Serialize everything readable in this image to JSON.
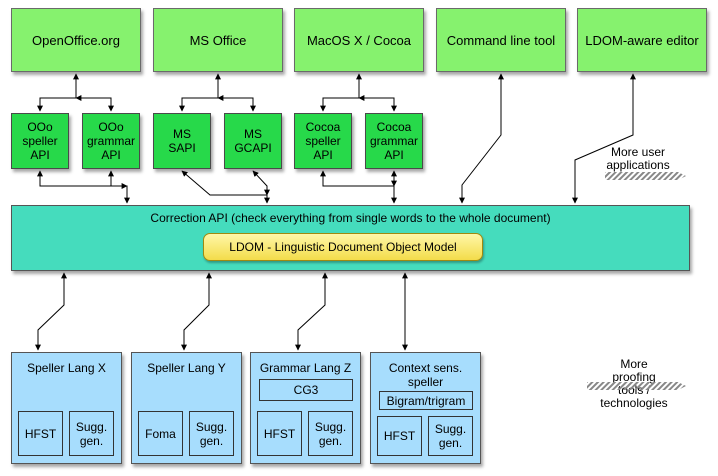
{
  "apps": [
    {
      "id": "ooo",
      "label": "OpenOffice.org"
    },
    {
      "id": "msoffice",
      "label": "MS Office"
    },
    {
      "id": "macos",
      "label": "MacOS X / Cocoa"
    },
    {
      "id": "cmdline",
      "label": "Command line tool"
    },
    {
      "id": "ldomeditor",
      "label": "LDOM-aware editor"
    }
  ],
  "apis": [
    {
      "label": "OOo\nspeller\nAPI"
    },
    {
      "label": "OOo\ngrammar\nAPI"
    },
    {
      "label": "MS\nSAPI"
    },
    {
      "label": "MS\nGCAPI"
    },
    {
      "label": "Cocoa\nspeller\nAPI"
    },
    {
      "label": "Cocoa\ngrammar\nAPI"
    }
  ],
  "correction_api": {
    "title": "Correction API (check everything from single words to the whole document)",
    "ldom": "LDOM - Linguistic Document Object Model"
  },
  "more_user_apps": "More user\napplications",
  "tools": [
    {
      "title": "Speller Lang X",
      "parts": [
        "HFST",
        "Sugg.\ngen."
      ]
    },
    {
      "title": "Speller Lang Y",
      "parts": [
        "Foma",
        "Sugg.\ngen."
      ]
    },
    {
      "title": "Grammar Lang Z",
      "parts": [
        "CG3",
        "HFST",
        "Sugg.\ngen."
      ]
    },
    {
      "title": "Context sens.\nspeller",
      "parts": [
        "Bigram/trigram",
        "HFST",
        "Sugg.\ngen."
      ]
    }
  ],
  "more_tools": "More\nproofing\ntools /\ntechnologies"
}
